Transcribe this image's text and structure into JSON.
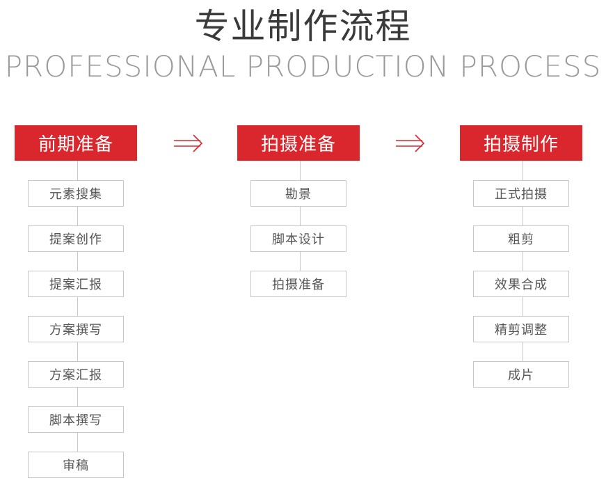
{
  "title_cn": "专业制作流程",
  "title_en": "PROFESSIONAL PRODUCTION PROCESS",
  "accent_color": "#d9272d",
  "columns": [
    {
      "head": "前期准备",
      "steps": [
        "元素搜集",
        "提案创作",
        "提案汇报",
        "方案撰写",
        "方案汇报",
        "脚本撰写",
        "审稿"
      ]
    },
    {
      "head": "拍摄准备",
      "steps": [
        "勘景",
        "脚本设计",
        "拍摄准备"
      ]
    },
    {
      "head": "拍摄制作",
      "steps": [
        "正式拍摄",
        "粗剪",
        "效果合成",
        "精剪调整",
        "成片"
      ]
    }
  ]
}
